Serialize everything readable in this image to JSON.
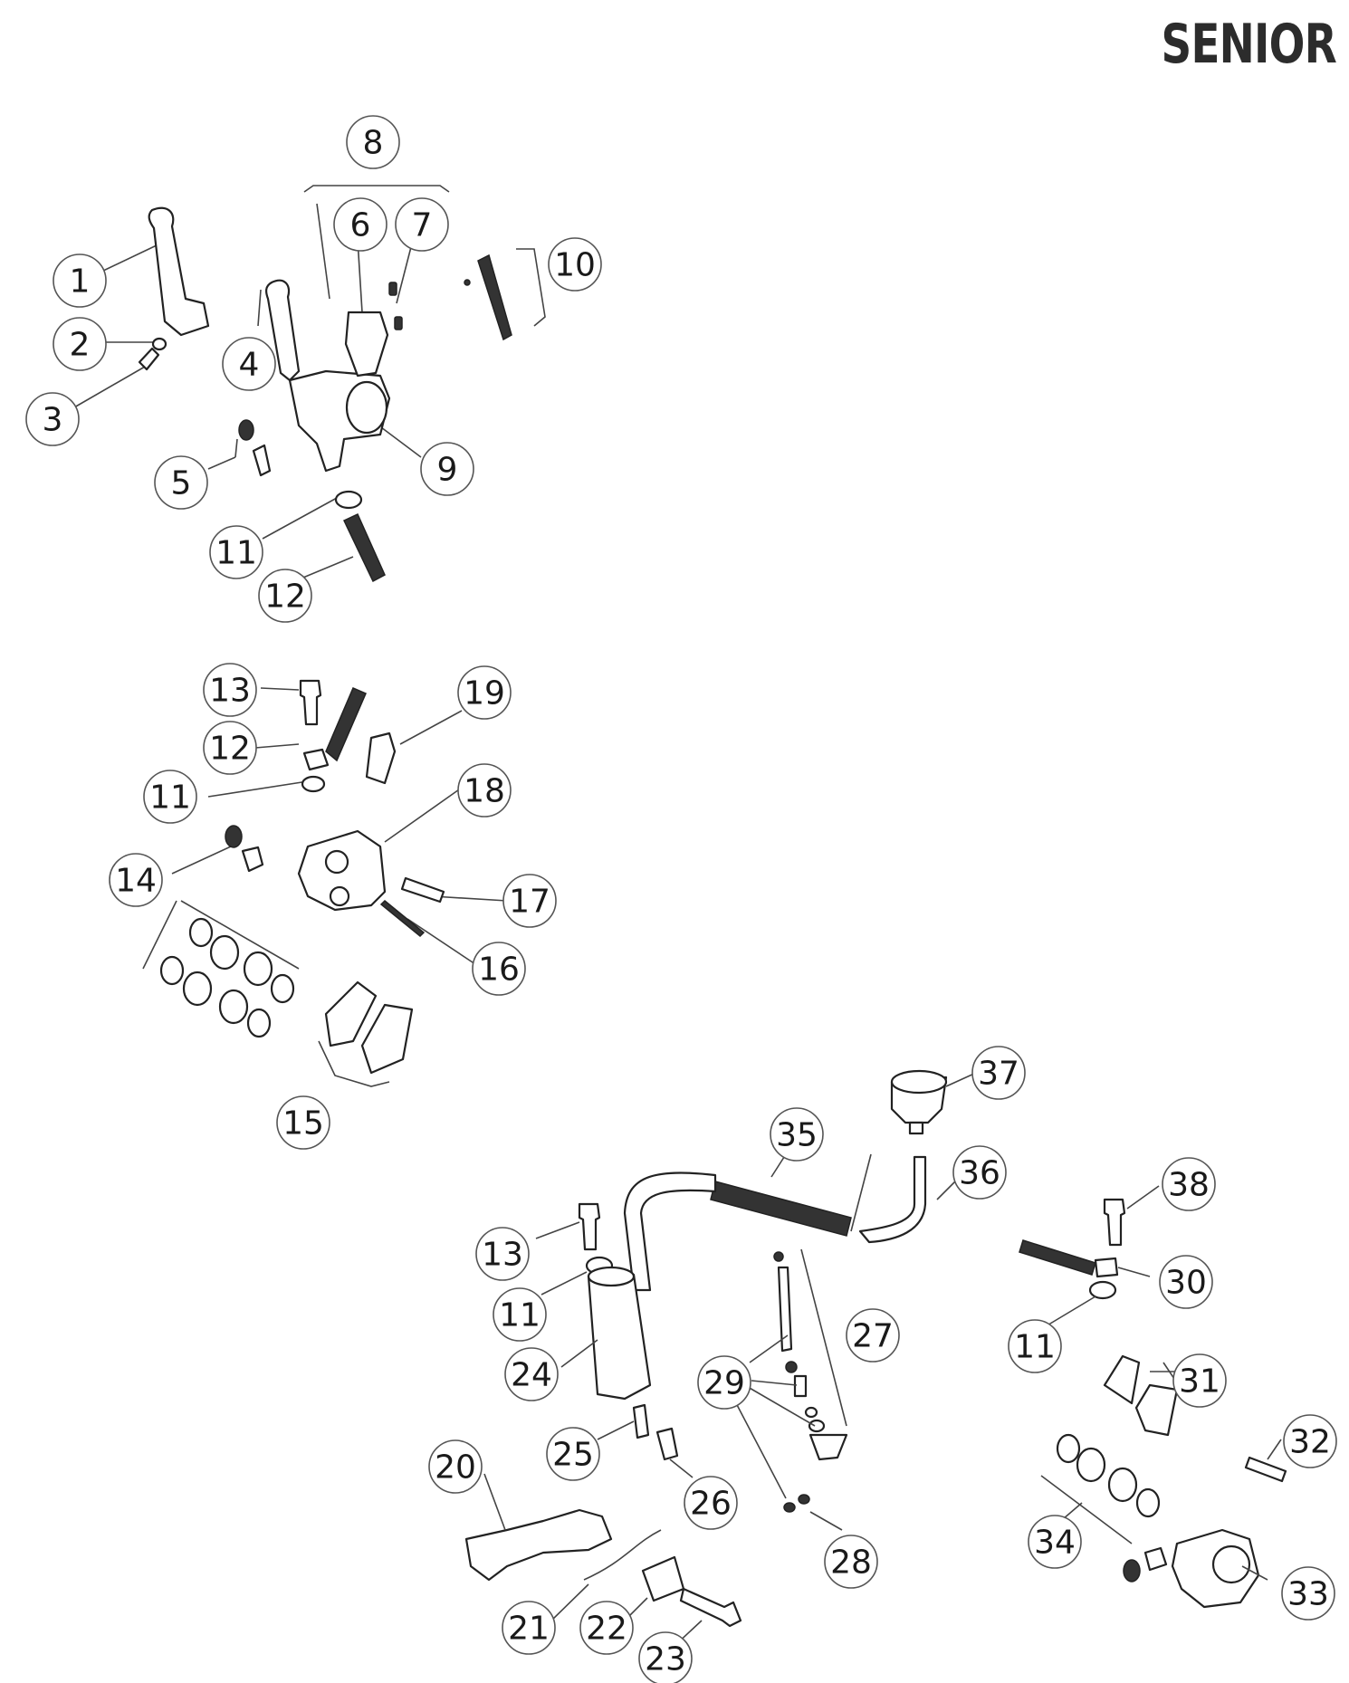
{
  "title": "SENIOR",
  "callouts": [
    {
      "id": "c1",
      "label": "1"
    },
    {
      "id": "c2",
      "label": "2"
    },
    {
      "id": "c3",
      "label": "3"
    },
    {
      "id": "c4",
      "label": "4"
    },
    {
      "id": "c5",
      "label": "5"
    },
    {
      "id": "c6",
      "label": "6"
    },
    {
      "id": "c7",
      "label": "7"
    },
    {
      "id": "c8",
      "label": "8"
    },
    {
      "id": "c9",
      "label": "9"
    },
    {
      "id": "c10",
      "label": "10"
    },
    {
      "id": "c11a",
      "label": "11"
    },
    {
      "id": "c12a",
      "label": "12"
    },
    {
      "id": "c13a",
      "label": "13"
    },
    {
      "id": "c12b",
      "label": "12"
    },
    {
      "id": "c11b",
      "label": "11"
    },
    {
      "id": "c19",
      "label": "19"
    },
    {
      "id": "c18",
      "label": "18"
    },
    {
      "id": "c14",
      "label": "14"
    },
    {
      "id": "c17",
      "label": "17"
    },
    {
      "id": "c16",
      "label": "16"
    },
    {
      "id": "c15",
      "label": "15"
    },
    {
      "id": "c37",
      "label": "37"
    },
    {
      "id": "c35",
      "label": "35"
    },
    {
      "id": "c36",
      "label": "36"
    },
    {
      "id": "c38",
      "label": "38"
    },
    {
      "id": "c13b",
      "label": "13"
    },
    {
      "id": "c30",
      "label": "30"
    },
    {
      "id": "c11c",
      "label": "11"
    },
    {
      "id": "c27",
      "label": "27"
    },
    {
      "id": "c11d",
      "label": "11"
    },
    {
      "id": "c24",
      "label": "24"
    },
    {
      "id": "c29",
      "label": "29"
    },
    {
      "id": "c31",
      "label": "31"
    },
    {
      "id": "c32",
      "label": "32"
    },
    {
      "id": "c25",
      "label": "25"
    },
    {
      "id": "c20",
      "label": "20"
    },
    {
      "id": "c26",
      "label": "26"
    },
    {
      "id": "c34",
      "label": "34"
    },
    {
      "id": "c28",
      "label": "28"
    },
    {
      "id": "c33",
      "label": "33"
    },
    {
      "id": "c21",
      "label": "21"
    },
    {
      "id": "c22",
      "label": "22"
    },
    {
      "id": "c23",
      "label": "23"
    }
  ]
}
